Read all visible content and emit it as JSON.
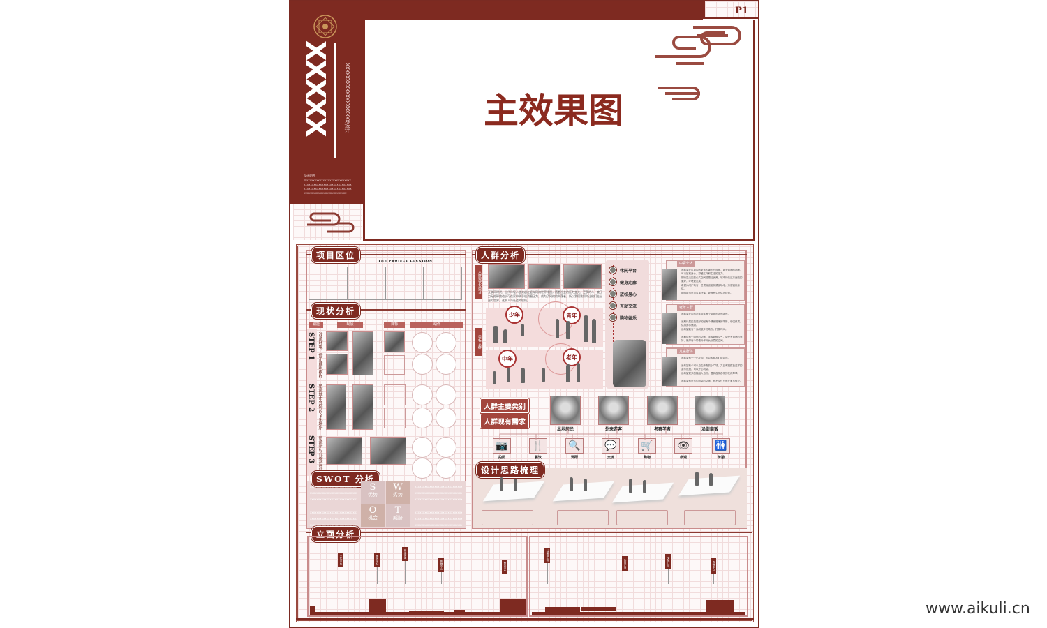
{
  "sidebar": {
    "title": "XXXXX",
    "subtitle": "XXXXXXXXXXXXXXXXXXX设计",
    "note_label": "设计说明:",
    "note_text": "Wxxxxxxxxxxxxxxxxxxxxxxxxxxxxxxxxxxxxxxxxxxxxxxxxxxxxxxxxxxxxxxxxxxxxxxxxxxxxxxxxxxxxxxxxxxxxxxxxxxxxxxxxxxxxxxx"
  },
  "page": {
    "number": "P1",
    "main_title": "主效果图"
  },
  "location": {
    "label": "项目区位",
    "subtitle": "THE PROJECT LOCATION"
  },
  "status": {
    "label": "现状分析",
    "headers": [
      "职能",
      "现状",
      "目标",
      "动作"
    ],
    "steps": [
      {
        "step": "STEP 1",
        "desc": "改造环境，修正建筑模样"
      },
      {
        "step": "STEP 2",
        "desc": "塑造城市独特的文化场所"
      },
      {
        "step": "STEP 3",
        "desc": "创造新时代综合交往空间"
      }
    ]
  },
  "swot": {
    "label": "SWOT 分析",
    "cells": [
      {
        "letter": "S",
        "name": "优势",
        "color": "#d9c2c2"
      },
      {
        "letter": "W",
        "name": "劣势",
        "color": "#cfb1a8"
      },
      {
        "letter": "O",
        "name": "机会",
        "color": "#cfb1a8"
      },
      {
        "letter": "T",
        "name": "威胁",
        "color": "#d9c2c2"
      }
    ],
    "line": "xxxxxxxxxxxxxxxxxxxxxxxxxxxxxxxxxxxxxx"
  },
  "crowd": {
    "label": "人群分析",
    "side_tabs": [
      "人群现状及需求",
      "目标人群"
    ],
    "paragraph": "互联网时代，当代年轻人越来越在虚拟网络世界徘徊，随着社会的压力变大，更多的人一度压力无处释放也宁可在家中刷手机消磨压力，成为了网络的失落者，所以我们该如何让他们走出虚拟世界，达到人与社会的联结。",
    "ages": [
      "少年",
      "青年",
      "中年",
      "老年"
    ],
    "timeline": [
      "休闲平台",
      "健身走廊",
      "放松身心",
      "互动交流",
      "购物娱乐"
    ],
    "cards": [
      {
        "label": "中青年人",
        "lines": [
          "我希望社区周围有更多的娱乐的设施，更多休闲的场地，可以放松身心，舒缓工作和生活的压力。",
          "期待生活区的公共空间能更加优美，城市绿化这方面能的更好，环境更优美。",
          "希望休闲广场有一些健身设施和健身场地，方便锻炼身体。",
          "期待城市更加注重环保，更具有生态保护特色。"
        ]
      },
      {
        "label": "老年人群",
        "lines": [
          "我希望社区的老年居民有个能够乐活的场所。",
          "我期待居民能更好的配有个健身锻炼的场所，增强体质，保持身心健康。",
          "我希望能有个休闲散步的场所，打发时间。",
          "我期待有个绿色的空间，呼吸新鲜空气，感受大自然的美好，最好有个带着孙子孙女玩耍的空间。"
        ]
      },
      {
        "label": "儿童群体",
        "lines": [
          "我希望有一个小花园，可以和朋友们玩游戏。",
          "我希望有个可以自由奔跑的小广场，并且有跳跳板这样的游乐设施，可以开心玩耍。",
          "我希望更多的接触大自然，看到各种各样的花花草草。",
          "我希望有更多的玩耍的空间，而不仅仅只是在家写作业。"
        ]
      }
    ]
  },
  "demand": {
    "type_button": "人群主要类别",
    "need_button": "人群现有需求",
    "types": [
      "本地居民",
      "外来游客",
      "考察学者",
      "沿街商贩"
    ],
    "needs": [
      {
        "icon": "camera-icon",
        "glyph": "📷",
        "label": "拍照"
      },
      {
        "icon": "fork-knife-icon",
        "glyph": "🍴",
        "label": "餐饮"
      },
      {
        "icon": "magnifier-icon",
        "glyph": "🔍",
        "label": "调研"
      },
      {
        "icon": "chat-icon",
        "glyph": "💬",
        "label": "交流"
      },
      {
        "icon": "cart-icon",
        "glyph": "🛒",
        "label": "购物"
      },
      {
        "icon": "eye-icon",
        "glyph": "👁",
        "label": "参观"
      },
      {
        "icon": "rest-person-icon",
        "glyph": "🚻",
        "label": "休憩"
      }
    ]
  },
  "design": {
    "label": "设计思路梳理"
  },
  "elevation": {
    "label": "立面分析",
    "left_tags": [
      "文化中心",
      "休闲中心",
      "商业街道",
      "购物中心",
      "餐饮中心"
    ],
    "right_tags": [
      "儿童娱乐场",
      "休闲广场",
      "文化广场",
      "购物中心"
    ]
  },
  "watermark": "www.aikuli.cn",
  "colors": {
    "primary": "#7e2a21",
    "accent": "#a3453d",
    "pink": "#f4dcdc"
  }
}
